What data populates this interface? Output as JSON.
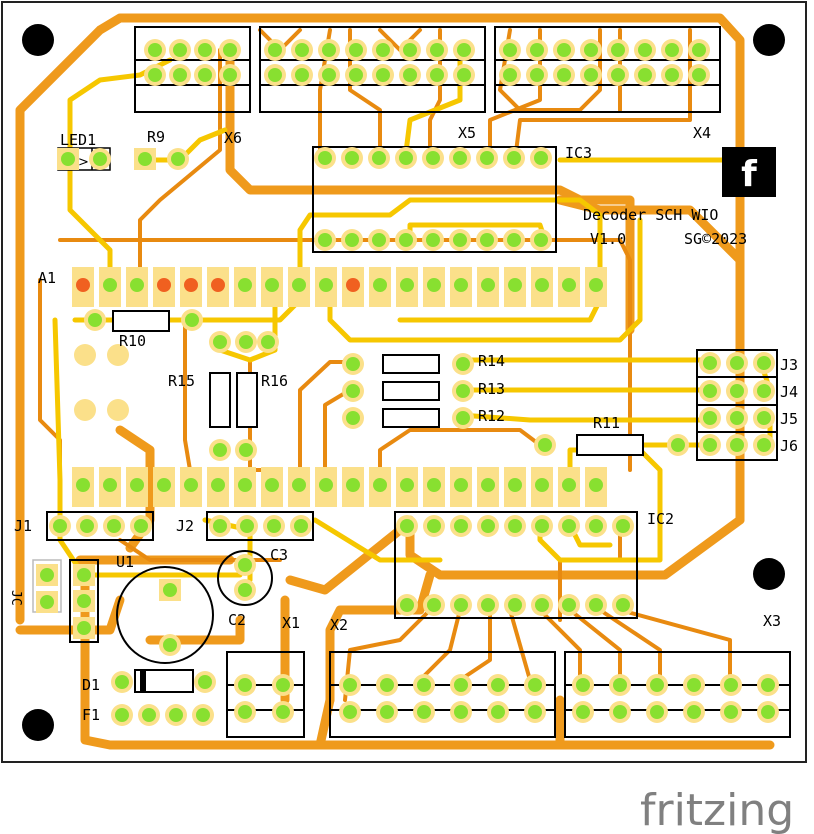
{
  "board": {
    "title": "Decoder SCH WIO",
    "version": "V1.0",
    "copyright": "SG©2023",
    "logo_glyph": "f",
    "logo_icon": "fritzing-logo-icon"
  },
  "labels": {
    "led1": "LED1",
    "r9": "R9",
    "x6": "X6",
    "x5": "X5",
    "x4": "X4",
    "ic3": "IC3",
    "a1": "A1",
    "r10": "R10",
    "r15": "R15",
    "r16": "R16",
    "r14": "R14",
    "r13": "R13",
    "r12": "R12",
    "r11": "R11",
    "j3": "J3",
    "j4": "J4",
    "j5": "J5",
    "j6": "J6",
    "j1": "J1",
    "j2": "J2",
    "u1": "U1",
    "c3": "C3",
    "c2": "C2",
    "x1": "X1",
    "x2": "X2",
    "x3": "X3",
    "ic2": "IC2",
    "d1": "D1",
    "f1": "F1",
    "jc": "JC"
  },
  "footer": {
    "brand": "fritzing"
  },
  "colors": {
    "trace_top": "#f0a000",
    "trace_bottom": "#e89020",
    "trace_yellow": "#f5c400",
    "pad_light": "#fbe08a",
    "pad_green": "#88e030",
    "pad_red": "#f06020",
    "outline": "#000000"
  }
}
